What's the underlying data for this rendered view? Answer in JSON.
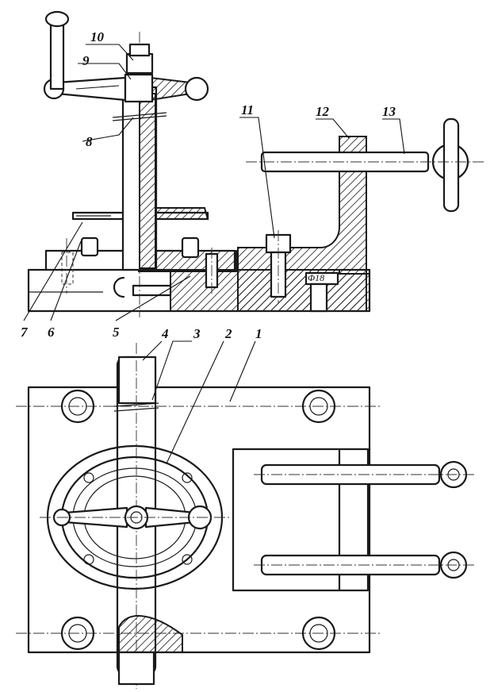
{
  "labels": {
    "l1": "1",
    "l2": "2",
    "l3": "3",
    "l4": "4",
    "l5": "5",
    "l6": "6",
    "l7": "7",
    "l8": "8",
    "l9": "9",
    "l10": "10",
    "l11": "11",
    "l12": "12",
    "l13": "13"
  },
  "dimensions": {
    "bore": "Φ18"
  },
  "colors": {
    "ink": "#1a1a1a",
    "paper": "#ffffff"
  }
}
